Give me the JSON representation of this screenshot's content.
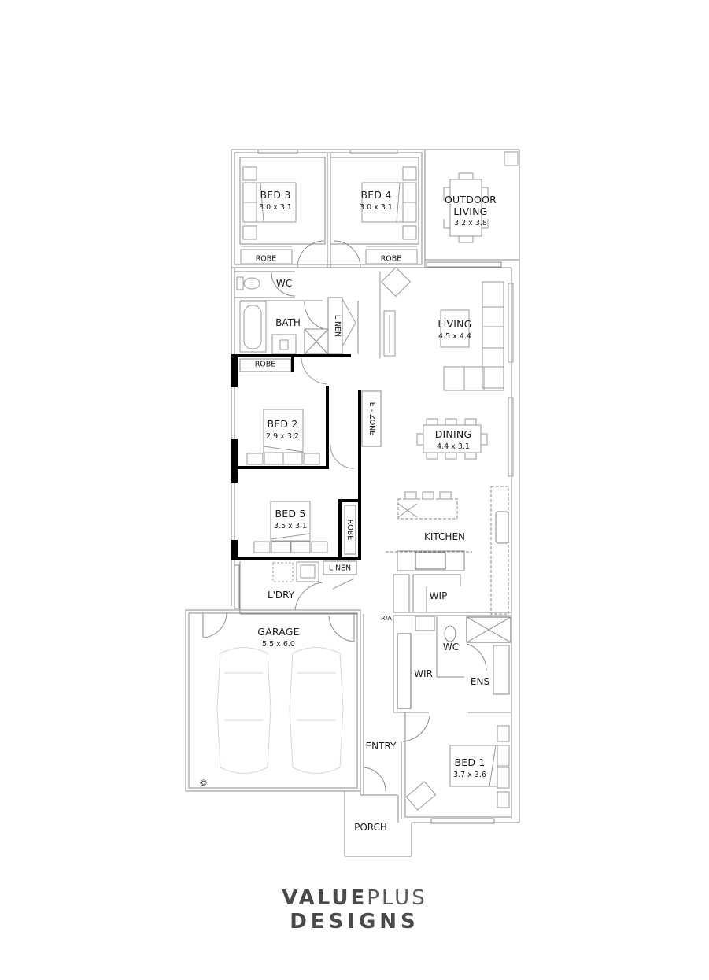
{
  "floor_plan": {
    "rooms": [
      {
        "id": "bed3",
        "name": "BED 3",
        "dim": "3.0 x 3.1"
      },
      {
        "id": "bed4",
        "name": "BED 4",
        "dim": "3.0 x 3.1"
      },
      {
        "id": "outdoor",
        "name": "OUTDOOR",
        "name2": "LIVING",
        "dim": "3.2 x 3.8"
      },
      {
        "id": "living",
        "name": "LIVING",
        "dim": "4.5 x 4.4"
      },
      {
        "id": "bed2",
        "name": "BED 2",
        "dim": "2.9 x 3.2"
      },
      {
        "id": "dining",
        "name": "DINING",
        "dim": "4.4 x 3.1"
      },
      {
        "id": "bed5",
        "name": "BED 5",
        "dim": "3.5 x 3.1"
      },
      {
        "id": "garage",
        "name": "GARAGE",
        "dim": "5.5 x 6.0"
      },
      {
        "id": "bed1",
        "name": "BED 1",
        "dim": "3.7 x 3.6"
      }
    ],
    "labels": {
      "robe_bed3": "ROBE",
      "robe_bed4": "ROBE",
      "robe_bed2": "ROBE",
      "robe_bed5": "ROBE",
      "wc_main": "WC",
      "bath": "BATH",
      "linen_hall": "LINEN",
      "linen_ldry": "LINEN",
      "ezone": "E - ZONE",
      "kitchen": "KITCHEN",
      "ldry": "L'DRY",
      "wip": "WIP",
      "ra": "R/A",
      "wc_ens": "WC",
      "wir": "WIR",
      "ens": "ENS",
      "entry": "ENTRY",
      "porch": "PORCH"
    },
    "copyright_symbol": "©",
    "colors": {
      "wall_line": "#8a8a8a",
      "feature_wall": "#000000",
      "furniture": "#9a9a9a",
      "car_outline": "#d6d6d6",
      "text": "#1a1a1a"
    }
  },
  "brand": {
    "line1_bold": "VALUE",
    "line1_light": "PLUS",
    "line2": "DESIGNS",
    "color": "#4a4a4a"
  }
}
